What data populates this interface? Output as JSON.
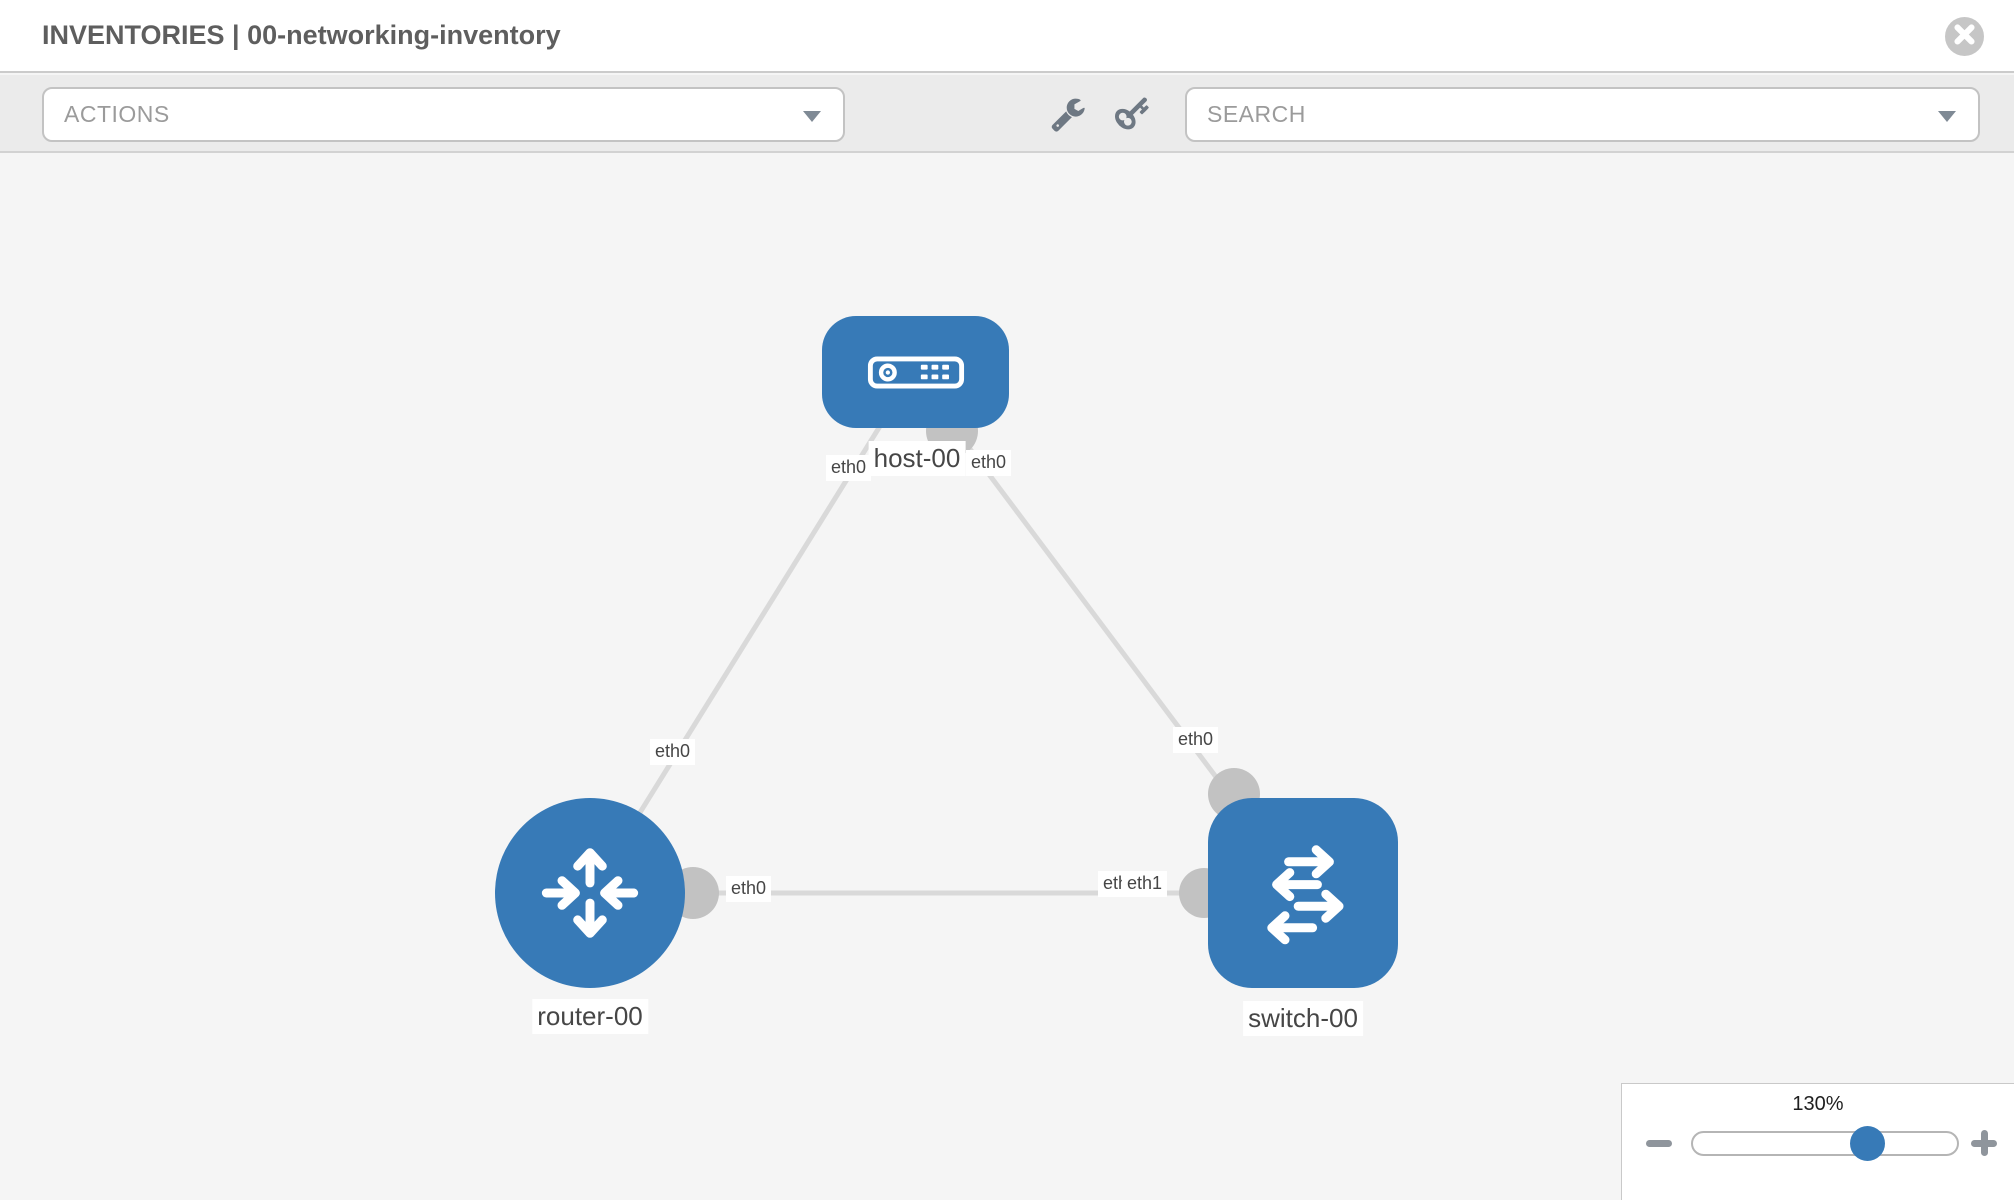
{
  "header": {
    "title": "INVENTORIES | 00-networking-inventory"
  },
  "toolbar": {
    "actions_label": "ACTIONS",
    "search_placeholder": "SEARCH",
    "icons": [
      "wrench-icon",
      "key-icon"
    ]
  },
  "topology": {
    "nodes": {
      "host": {
        "label": "host-00",
        "type": "host",
        "icon": "server-icon"
      },
      "router": {
        "label": "router-00",
        "type": "router",
        "icon": "router-arrows-icon"
      },
      "switch": {
        "label": "switch-00",
        "type": "switch",
        "icon": "exchange-arrows-icon"
      }
    },
    "links": [
      {
        "from": "host-00",
        "to": "router-00"
      },
      {
        "from": "host-00",
        "to": "switch-00"
      },
      {
        "from": "router-00",
        "to": "switch-00"
      }
    ],
    "interfaces": {
      "host_left": "eth0",
      "host_right": "eth0",
      "link_host_router": "eth0",
      "link_host_switch": "eth0",
      "router_right": "eth0",
      "switch_left_under": "eth0",
      "switch_left_over": "eth1"
    }
  },
  "zoom_control": {
    "level": "130%",
    "minus_icon": "zoom-out-icon",
    "plus_icon": "zoom-in-icon"
  },
  "colors": {
    "node_blue": "#377ab7",
    "link_gray": "#d9d9d9",
    "interface_gray": "#c2c2c2",
    "toolbar_bg": "#ebebeb",
    "canvas_bg": "#f5f5f5"
  }
}
